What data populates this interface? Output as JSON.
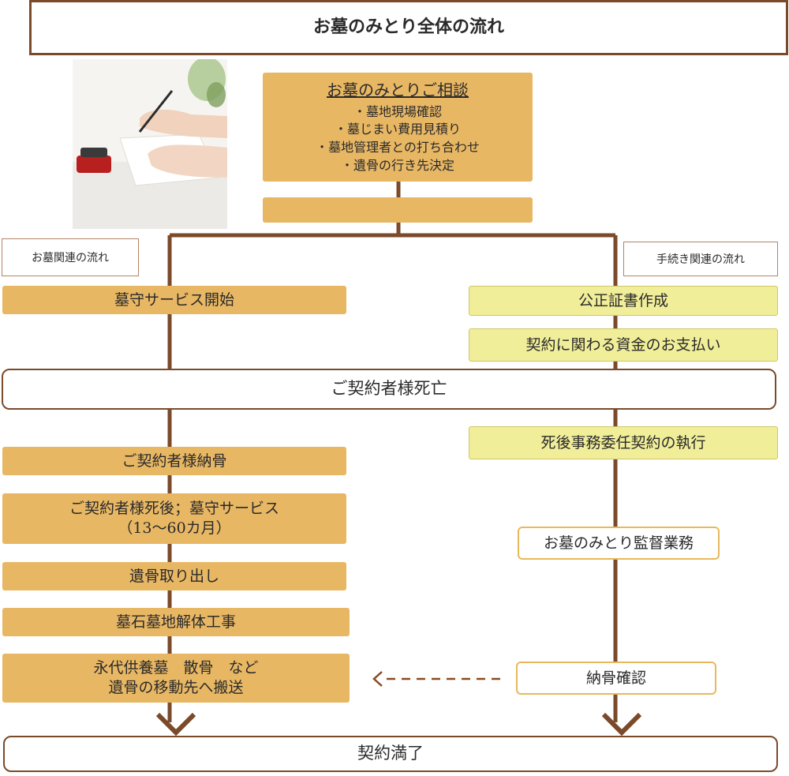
{
  "title": "お墓のみとり全体の流れ",
  "consultation": {
    "heading": "お墓のみとりご相談",
    "items": [
      "・墓地現場確認",
      "・墓じまい費用見積り",
      "・墓地管理者との打ち合わせ",
      "・遺骨の行き先決定"
    ]
  },
  "left_tag": "お墓関連の流れ",
  "right_tag": "手続き関連の流れ",
  "left_flow": {
    "start": "墓守サービス開始",
    "burial": "ご契約者様納骨",
    "after_death_line1": "ご契約者様死後；墓守サービス",
    "after_death_line2": "（13～60カ月）",
    "remove_remains": "遺骨取り出し",
    "demolition": "墓石墓地解体工事",
    "relocate_line1": "永代供養墓　散骨　など",
    "relocate_line2": "遺骨の移動先へ搬送"
  },
  "right_flow": {
    "notary": "公正証書作成",
    "payment": "契約に関わる資金のお支払い",
    "execution": "死後事務委任契約の執行",
    "supervision": "お墓のみとり監督業務",
    "confirm": "納骨確認"
  },
  "death": "ご契約者様死亡",
  "end": "契約満了",
  "colors": {
    "orange_box": "#e8b764",
    "yellow_box": "#f1ee9a",
    "line_brown": "#7a4a2a"
  }
}
